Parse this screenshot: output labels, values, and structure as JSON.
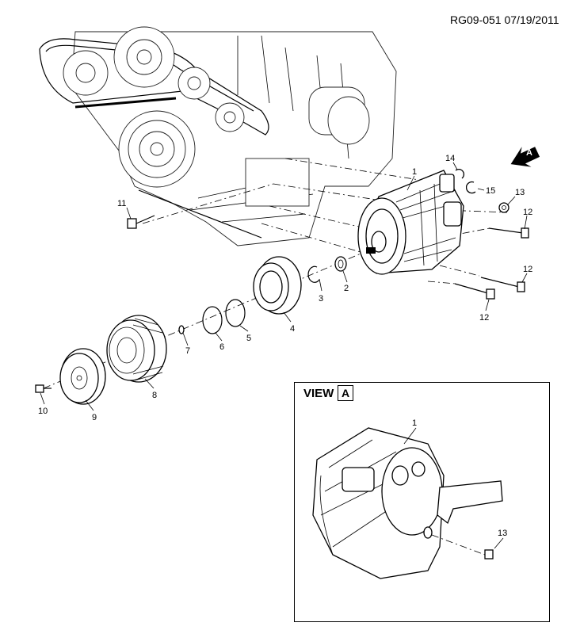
{
  "reference": "RG09-051 07/19/2011",
  "view": {
    "title": "VIEW",
    "letter": "A"
  },
  "callouts": {
    "n1": "1",
    "n2": "2",
    "n3": "3",
    "n4": "4",
    "n5": "5",
    "n6": "6",
    "n7": "7",
    "n8": "8",
    "n9": "9",
    "n10": "10",
    "n11": "11",
    "n12": "12",
    "n13": "13",
    "n14": "14",
    "n15": "15",
    "arrow": "A"
  }
}
